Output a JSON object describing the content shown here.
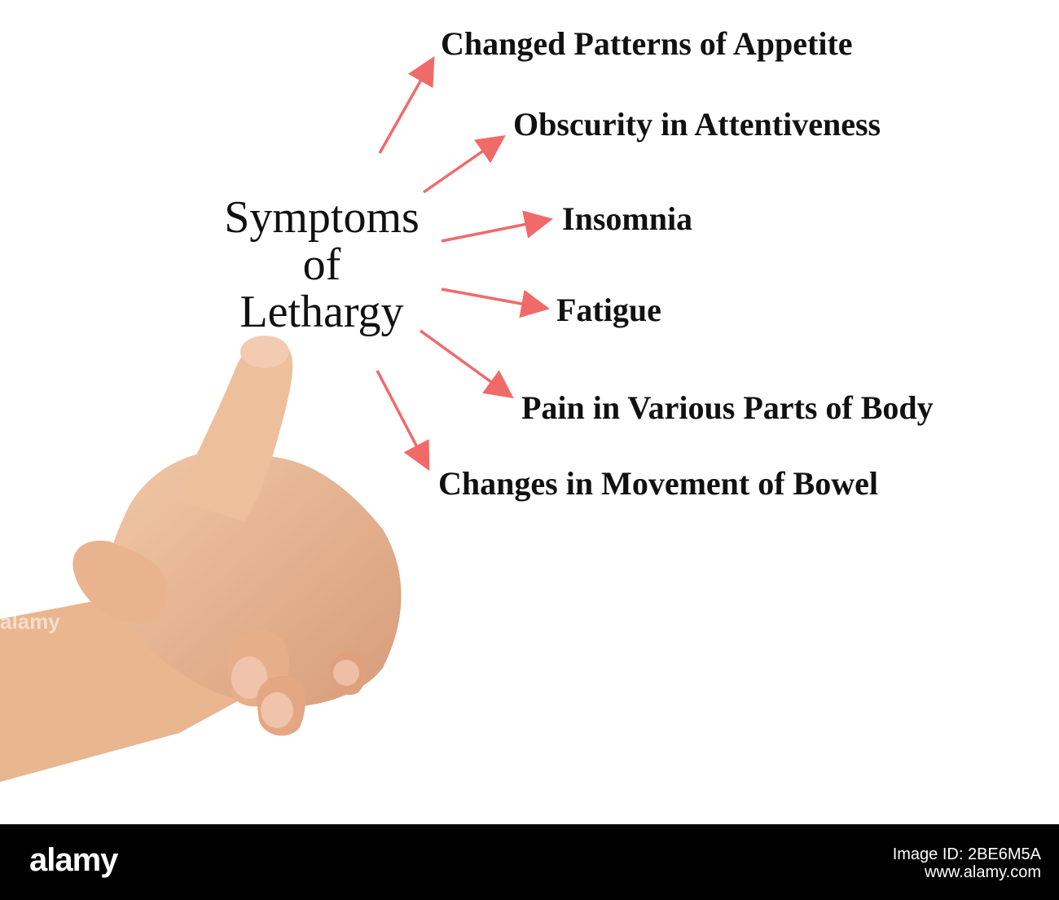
{
  "diagram": {
    "title_lines": [
      "Symptoms",
      "of",
      "Lethargy"
    ],
    "items": [
      "Changed Patterns of Appetite",
      "Obscurity in Attentiveness",
      "Insomnia",
      "Fatigue",
      "Pain in Various Parts of Body",
      "Changes in Movement of Bowel"
    ],
    "arrow_color": "#f06a6a",
    "text_color": "#111111"
  },
  "footer": {
    "logo": "alamy",
    "line1": "Image ID: 2BE6M5A",
    "line2": "www.alamy.com"
  },
  "watermark": {
    "text": "alamy"
  }
}
